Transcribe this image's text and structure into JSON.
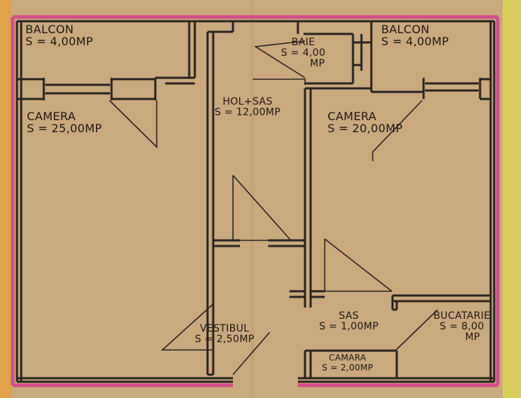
{
  "colors": {
    "paper": "#c9a97e",
    "wall": "#2a2420",
    "boundary": "#d24d8a",
    "left_neighbor": "#e2a24b",
    "right_neighbor": "#d9cf5c"
  },
  "rooms": {
    "balcon_left": {
      "name": "BALCON",
      "area": "S = 4,00MP"
    },
    "camera_left": {
      "name": "CAMERA",
      "area": "S = 25,00MP"
    },
    "hol_sas": {
      "name": "HOL+SAS",
      "area": "S = 12,00MP"
    },
    "baie": {
      "name": "BAIE",
      "area_line1": "S = 4,00",
      "area_line2": "MP"
    },
    "balcon_right": {
      "name": "BALCON",
      "area": "S = 4,00MP"
    },
    "camera_right": {
      "name": "CAMERA",
      "area": "S = 20,00MP"
    },
    "vestibul": {
      "name": "VESTIBUL",
      "area": "S = 2,50MP"
    },
    "sas": {
      "name": "SAS",
      "area": "S = 1,00MP"
    },
    "bucatarie": {
      "name": "BUCATARIE",
      "area_line1": "S = 8,00",
      "area_line2": "MP"
    },
    "camara": {
      "name": "CAMARA",
      "area": "S = 2,00MP"
    }
  }
}
